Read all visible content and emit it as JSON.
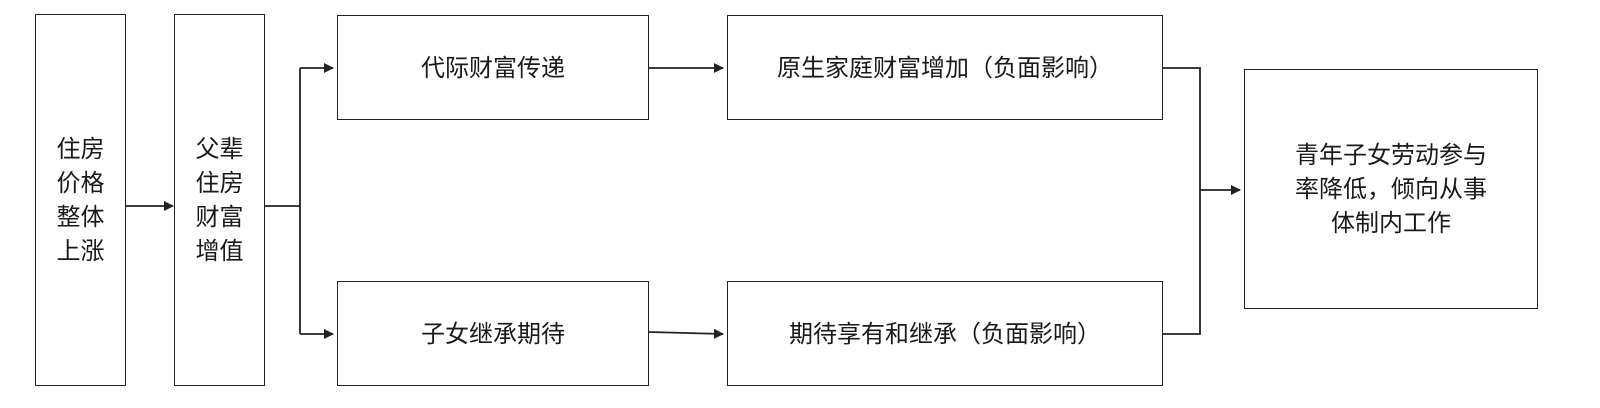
{
  "diagram": {
    "nodes": [
      {
        "id": "housing-price",
        "label": "住房\n价格\n整体\n上涨"
      },
      {
        "id": "parent-wealth",
        "label": "父辈\n住房\n财富\n增值"
      },
      {
        "id": "intergen-transfer",
        "label": "代际财富传递"
      },
      {
        "id": "family-wealth",
        "label": "原生家庭财富增加（负面影响）"
      },
      {
        "id": "inherit-expect",
        "label": "子女继承期待"
      },
      {
        "id": "expect-enjoy",
        "label": "期待享有和继承（负面影响）"
      },
      {
        "id": "outcome",
        "label": "青年子女劳动参与\n率降低，倾向从事\n体制内工作"
      }
    ],
    "edges": [
      {
        "from": "housing-price",
        "to": "parent-wealth"
      },
      {
        "from": "parent-wealth",
        "to": "intergen-transfer"
      },
      {
        "from": "parent-wealth",
        "to": "inherit-expect"
      },
      {
        "from": "intergen-transfer",
        "to": "family-wealth"
      },
      {
        "from": "inherit-expect",
        "to": "expect-enjoy"
      },
      {
        "from": "family-wealth",
        "to": "outcome"
      },
      {
        "from": "expect-enjoy",
        "to": "outcome"
      }
    ]
  }
}
